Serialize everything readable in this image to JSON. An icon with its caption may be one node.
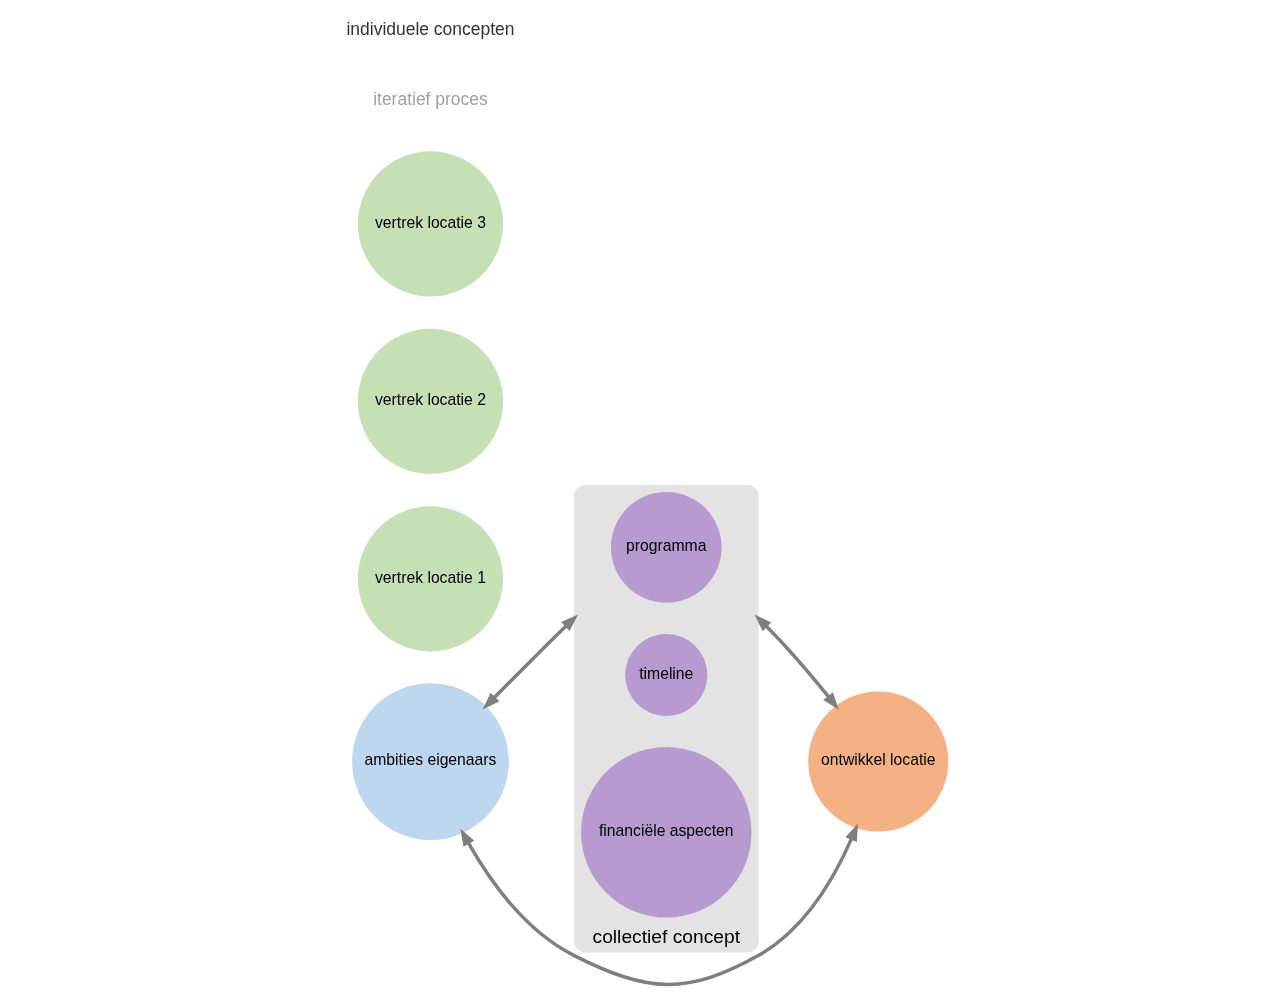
{
  "diagram": {
    "nodes": [
      {
        "text": [
          "ambities eigenaars"
        ]
      },
      {
        "text": [
          "collectief concept"
        ]
      },
      {
        "text": [
          "programma"
        ],
        "in": 1
      },
      {
        "text": [
          "timeline"
        ],
        "in": 1
      },
      {
        "text": [
          "financiële aspecten"
        ],
        "in": 1
      },
      {
        "text": [
          "ontwikkel locatie"
        ]
      },
      {
        "text": [
          "vertrek locatie 1"
        ]
      },
      {
        "text": [
          "vertrek locatie 2"
        ]
      },
      {
        "text": [
          "vertrek locatie 3"
        ]
      }
    ],
    "edges": [
      {
        "from": 0,
        "to": 1,
        "arrow": "both"
      },
      {
        "from": 1,
        "to": 5,
        "arrow": "both"
      },
      {
        "from": 0,
        "to": 5,
        "arrow": "both"
      }
    ],
    "labels": [
      "iteratief proces",
      "individuele concepten"
    ]
  }
}
